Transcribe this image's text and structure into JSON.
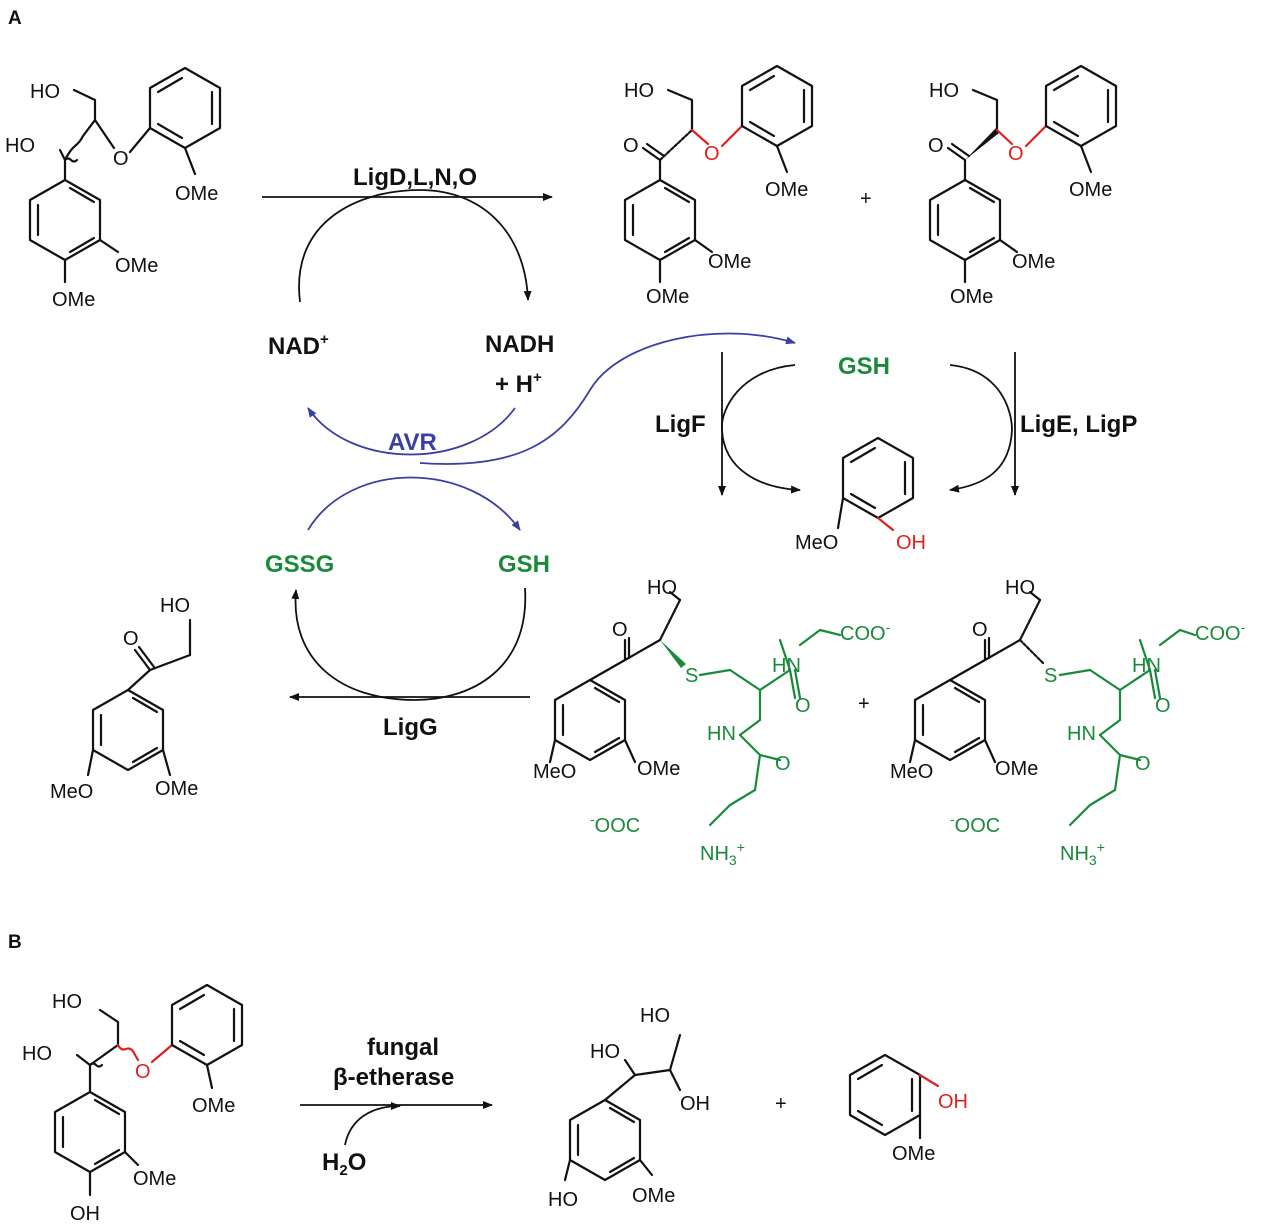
{
  "panels": {
    "a": "A",
    "b": "B"
  },
  "labels": {
    "ho": "HO",
    "o": "O",
    "ome": "OMe",
    "meo": "MeO",
    "oh": "OH",
    "s": "S",
    "hn": "HN",
    "coo": "COO",
    "ooc": "OOC",
    "nh3": "NH",
    "h2o": "H",
    "plus": "+"
  },
  "enzymes": {
    "ligdlno": "LigD,L,N,O",
    "ligf": "LigF",
    "ligep": "LigE, LigP",
    "ligg": "LigG",
    "fungal_line1": "fungal",
    "fungal_line2": "β-etherase"
  },
  "cofactors": {
    "nad": "NAD",
    "nadh": "NADH",
    "hplus": "+ H",
    "avr": "AVR",
    "gsh": "GSH",
    "gssg": "GSSG"
  },
  "colors": {
    "green": "#1a8a3a",
    "red": "#e02020",
    "blue": "#3b3fa0"
  }
}
